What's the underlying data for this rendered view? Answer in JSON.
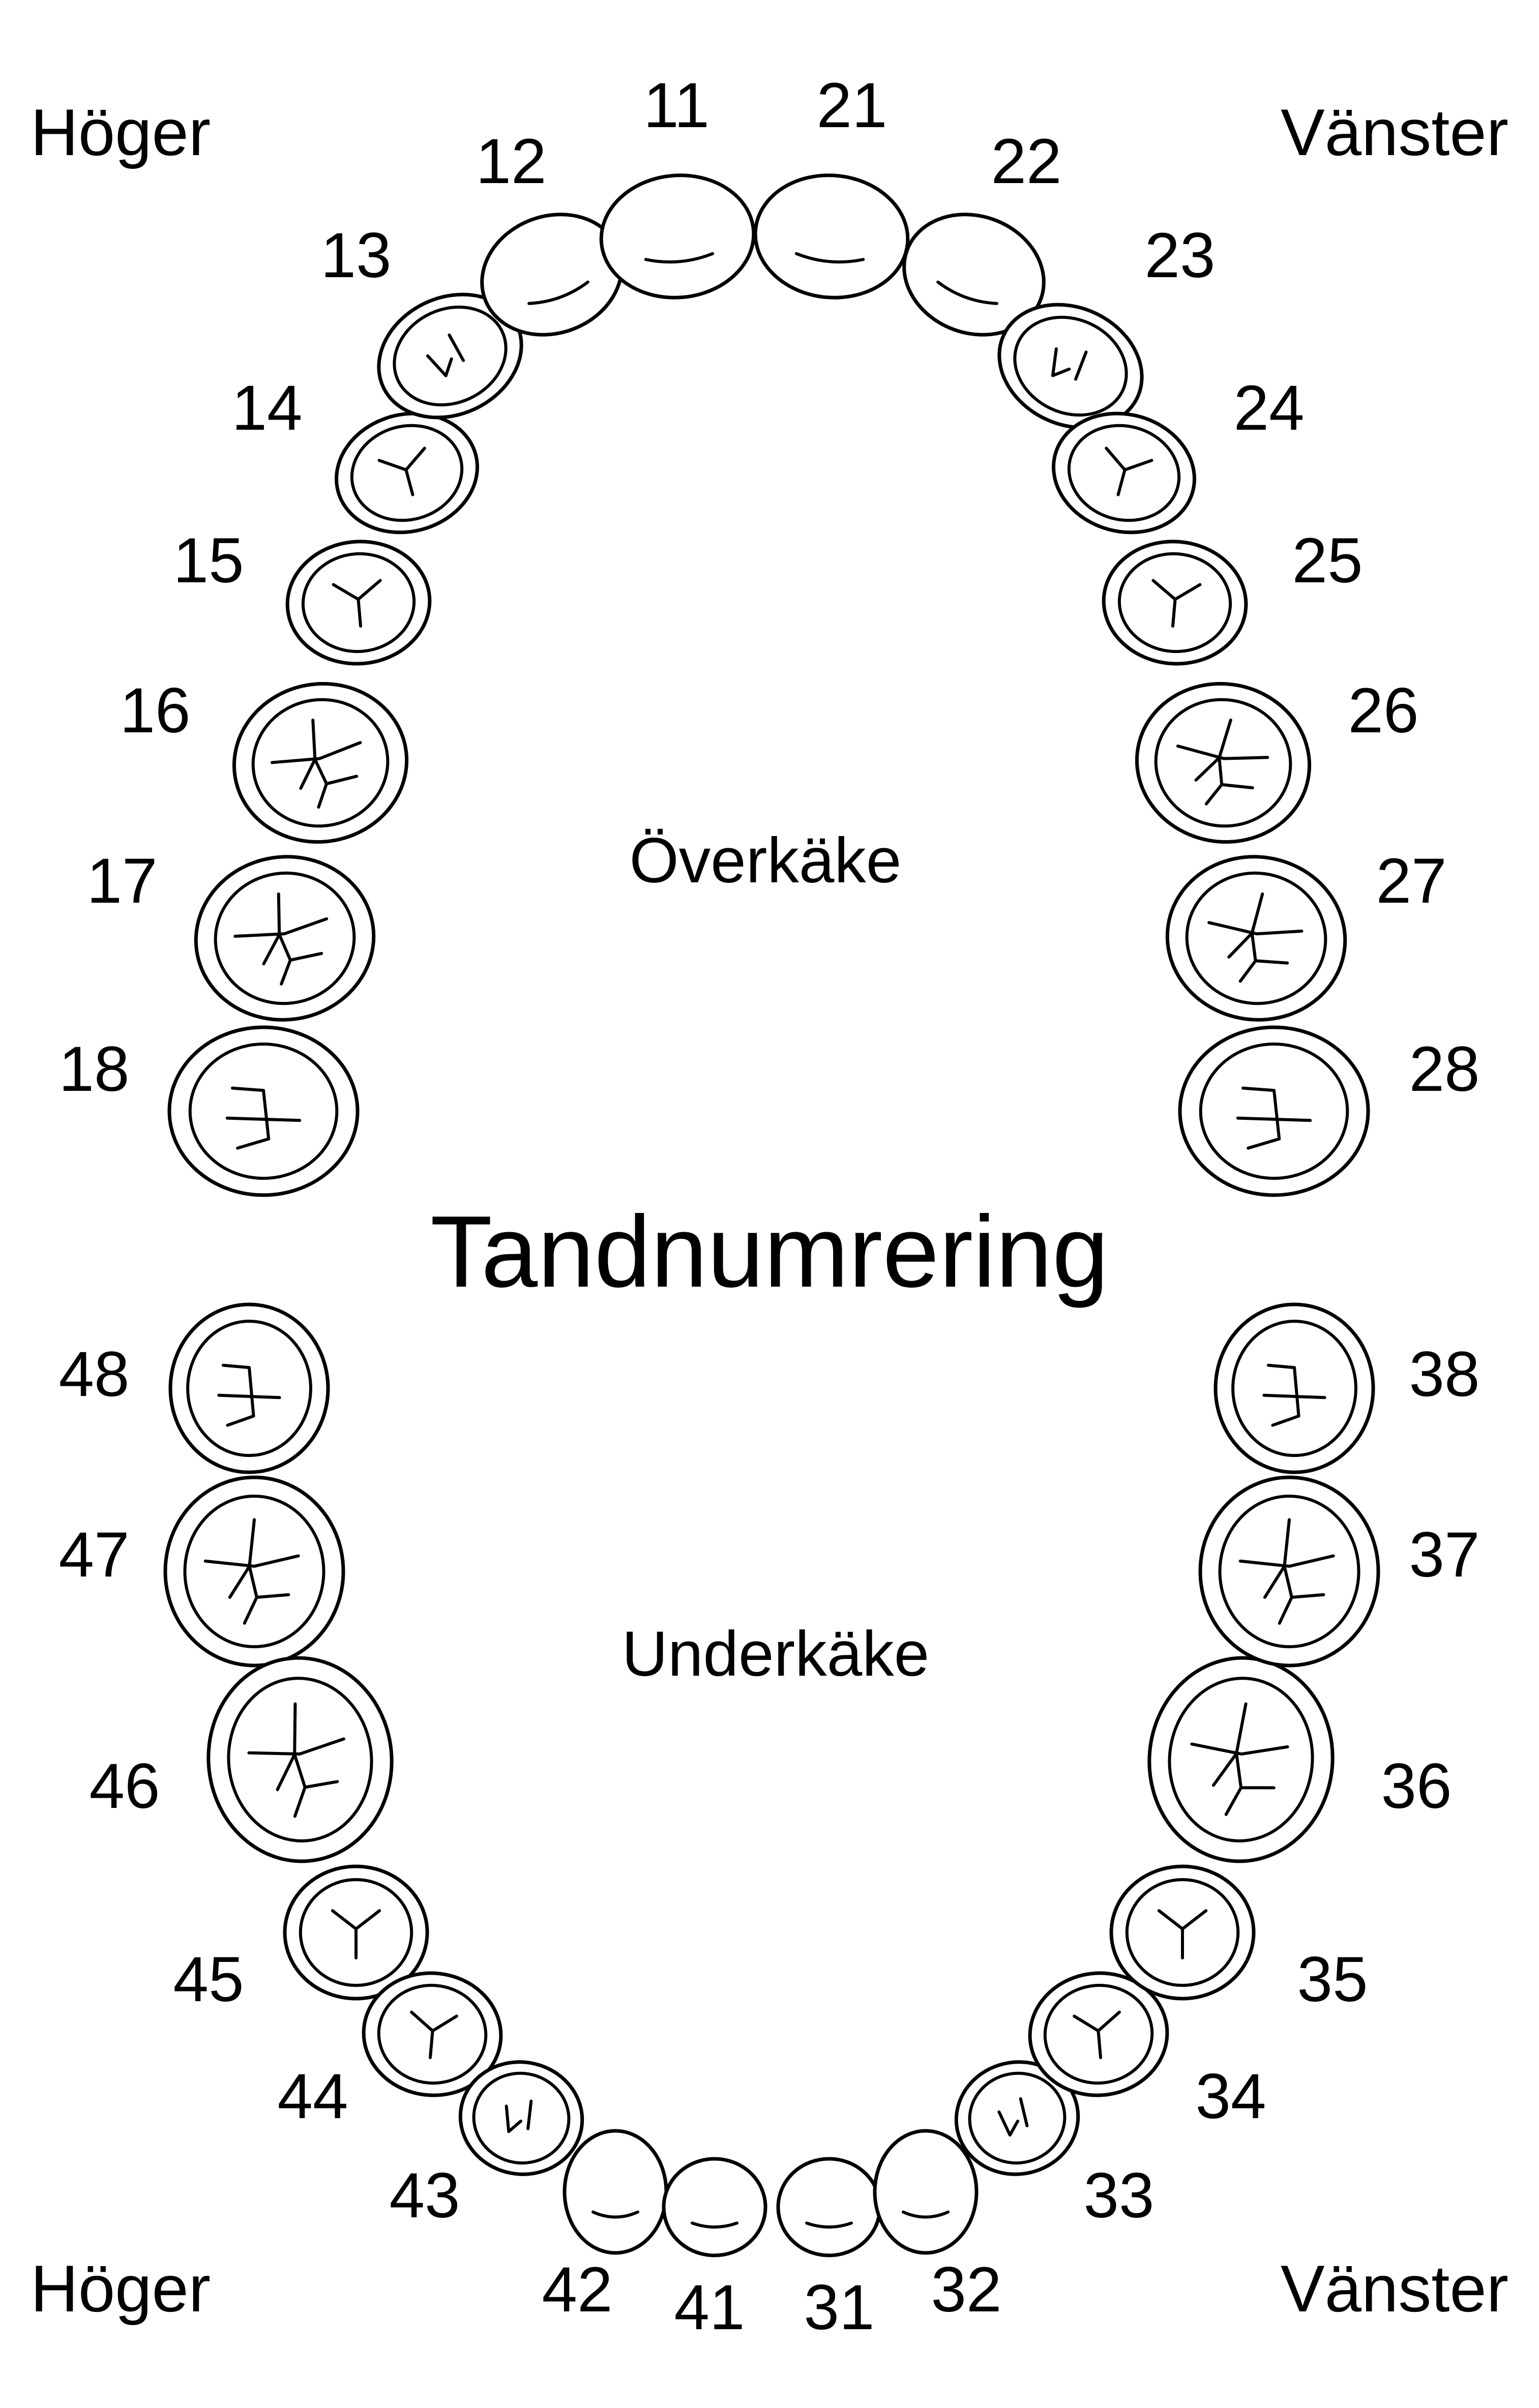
{
  "title": "Tandnumrering",
  "corner_labels": {
    "top_left": "Höger",
    "top_right": "Vänster",
    "bottom_left": "Höger",
    "bottom_right": "Vänster"
  },
  "jaw_labels": {
    "upper": "Överkäke",
    "lower": "Underkäke"
  },
  "teeth": {
    "upper": [
      {
        "number": "18",
        "type": "molar3"
      },
      {
        "number": "17",
        "type": "molar"
      },
      {
        "number": "16",
        "type": "molar"
      },
      {
        "number": "15",
        "type": "premolar"
      },
      {
        "number": "14",
        "type": "premolar"
      },
      {
        "number": "13",
        "type": "canine"
      },
      {
        "number": "12",
        "type": "incisor"
      },
      {
        "number": "11",
        "type": "incisor"
      },
      {
        "number": "21",
        "type": "incisor"
      },
      {
        "number": "22",
        "type": "incisor"
      },
      {
        "number": "23",
        "type": "canine"
      },
      {
        "number": "24",
        "type": "premolar"
      },
      {
        "number": "25",
        "type": "premolar"
      },
      {
        "number": "26",
        "type": "molar"
      },
      {
        "number": "27",
        "type": "molar"
      },
      {
        "number": "28",
        "type": "molar3"
      }
    ],
    "lower": [
      {
        "number": "48",
        "type": "molar3"
      },
      {
        "number": "47",
        "type": "molar"
      },
      {
        "number": "46",
        "type": "molar"
      },
      {
        "number": "45",
        "type": "premolar"
      },
      {
        "number": "44",
        "type": "premolar"
      },
      {
        "number": "43",
        "type": "canine"
      },
      {
        "number": "42",
        "type": "incisor"
      },
      {
        "number": "41",
        "type": "incisor"
      },
      {
        "number": "31",
        "type": "incisor"
      },
      {
        "number": "32",
        "type": "incisor"
      },
      {
        "number": "33",
        "type": "canine"
      },
      {
        "number": "34",
        "type": "premolar"
      },
      {
        "number": "35",
        "type": "premolar"
      },
      {
        "number": "36",
        "type": "molar"
      },
      {
        "number": "37",
        "type": "molar"
      },
      {
        "number": "38",
        "type": "molar3"
      }
    ]
  }
}
